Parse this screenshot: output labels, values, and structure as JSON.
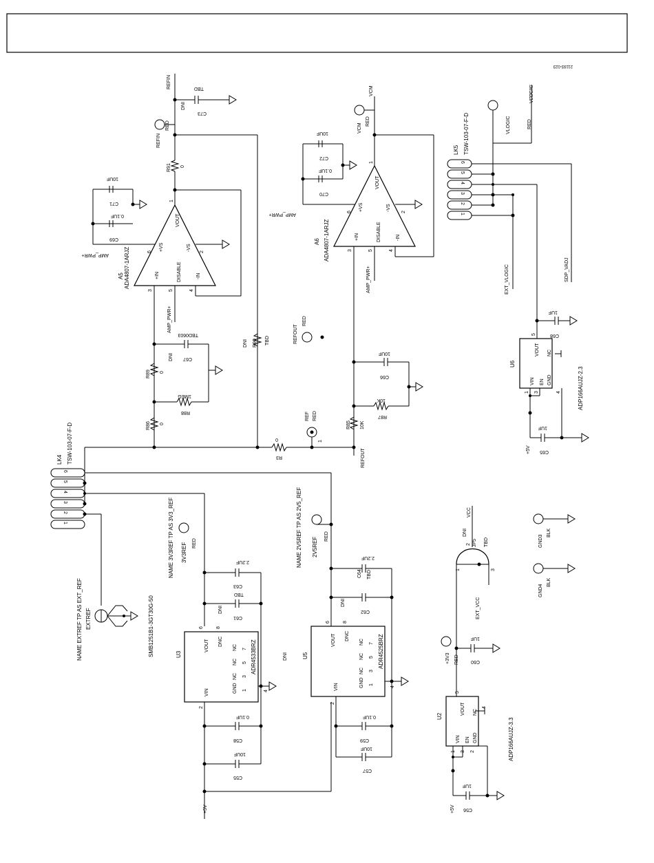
{
  "header": {
    "title": "",
    "figure_id": "21193-023"
  },
  "opamps": {
    "a5": {
      "ref": "A5",
      "part": "ADA4807-1ARJZ",
      "p_in": "+IN",
      "n_in": "-IN",
      "vout": "VOUT",
      "pvs": "+VS",
      "nvs": "-VS",
      "disable": "DISABLE",
      "pins": [
        "3",
        "4",
        "1",
        "6",
        "2",
        "5"
      ]
    },
    "a6": {
      "ref": "A6",
      "part": "ADA4807-1ARJZ",
      "p_in": "+IN",
      "n_in": "-IN",
      "vout": "VOUT",
      "pvs": "+VS",
      "nvs": "-VS",
      "disable": "DISABLE",
      "pins": [
        "3",
        "4",
        "1",
        "6",
        "2",
        "5"
      ]
    }
  },
  "nets": {
    "refin": "REFIN",
    "refin_tp": "REFIN",
    "red": "RED",
    "blk": "BLK",
    "vcm": "VCM",
    "vcm_tp": "VCM",
    "vlogic": "VLOGIC",
    "vlogic_tp": "VLOGIC",
    "amp_pwr": "AMP_PWR+",
    "refout": "REFOUT",
    "refout_tp": "REFOUT",
    "ref": "REF",
    "ext_vlogic": "EXT_VLOGIC",
    "sdp_vadj": "SDP_VADJ",
    "extref": "EXTREF",
    "extref_name": "NAME EXTREF TP AS EXT_REF",
    "v3v3ref": "3V3REF",
    "v3v3ref_name": "NAME 3V3REF TP AS 3V3_REF",
    "v2v5ref": "2V5REF",
    "v2v5ref_name": "NAME 2V5REF TP AS 2V5_REF",
    "p5v": "+5V",
    "p3v3": "+3V3",
    "vcc": "VCC",
    "ext_vcc": "EXT_VCC",
    "gnd3": "GND3",
    "gnd4": "GND4",
    "dni": "DNI"
  },
  "components": {
    "c73": {
      "ref": "C73",
      "value": "TBD"
    },
    "c71": {
      "ref": "C71",
      "value": "10UF"
    },
    "c69": {
      "ref": "C69",
      "value": "0.1UF"
    },
    "r91": {
      "ref": "R91",
      "value": "0"
    },
    "c72": {
      "ref": "C72",
      "value": "10UF"
    },
    "c70": {
      "ref": "C70",
      "value": "0.1UF"
    },
    "c67": {
      "ref": "C67",
      "value": "TBD0603"
    },
    "r89": {
      "ref": "R89",
      "value": "0"
    },
    "r88": {
      "ref": "R88",
      "value": "1MEG"
    },
    "r86": {
      "ref": "R86",
      "value": "0"
    },
    "r90": {
      "ref": "R90",
      "value": "TBD"
    },
    "r3": {
      "ref": "R3",
      "value": "0"
    },
    "r85": {
      "ref": "R85",
      "value": "10K"
    },
    "c66": {
      "ref": "C66",
      "value": "10UF"
    },
    "r87": {
      "ref": "R87",
      "value": "10K"
    },
    "c68": {
      "ref": "C68",
      "value": "1UF"
    },
    "c65": {
      "ref": "C65",
      "value": "1UF"
    },
    "c63": {
      "ref": "C63",
      "value": "2.2UF"
    },
    "c61": {
      "ref": "C61",
      "value": "TBD"
    },
    "c58": {
      "ref": "C58",
      "value": "0.1UF"
    },
    "c55": {
      "ref": "C55",
      "value": "10UF"
    },
    "c64": {
      "ref": "C64",
      "value": "2.2UF"
    },
    "c62": {
      "ref": "C62",
      "value": "TBD"
    },
    "c59": {
      "ref": "C59",
      "value": "0.1UF"
    },
    "c57": {
      "ref": "C57",
      "value": "10UF"
    },
    "c60": {
      "ref": "C60",
      "value": "1UF"
    },
    "c56": {
      "ref": "C56",
      "value": "1UF"
    },
    "jp5": {
      "ref": "JP5",
      "value": "TBD",
      "pins": [
        "1",
        "2",
        "3"
      ]
    }
  },
  "ics": {
    "u6": {
      "ref": "U6",
      "part": "ADP166AUJZ-2.3",
      "pins": {
        "vin": "VIN",
        "en": "EN",
        "gnd": "GND",
        "vout": "VOUT",
        "nc": "NC"
      },
      "nums": [
        "1",
        "3",
        "4",
        "5"
      ]
    },
    "u2": {
      "ref": "U2",
      "part": "ADP166AUJZ-3.3",
      "pins": {
        "vin": "VIN",
        "en": "EN",
        "gnd": "GND",
        "vout": "VOUT",
        "nc": "NC"
      },
      "nums": [
        "1",
        "3",
        "2",
        "5",
        "4"
      ]
    },
    "u3": {
      "ref": "U3",
      "part": "ADR4533BRZ",
      "pins": {
        "vout": "VOUT",
        "dnc": "DNC",
        "nc": "NC",
        "gnd": "GND",
        "vin": "VIN"
      },
      "nums": [
        "6",
        "8",
        "7",
        "5",
        "3",
        "1",
        "4",
        "2"
      ]
    },
    "u5": {
      "ref": "U5",
      "part": "ADR4525BRZ",
      "pins": {
        "vout": "VOUT",
        "dnc": "DNC",
        "nc": "NC",
        "gnd": "GND",
        "vin": "VIN"
      },
      "nums": [
        "6",
        "8",
        "7",
        "5",
        "3",
        "1",
        "4",
        "2"
      ]
    }
  },
  "headers": {
    "lk4": {
      "ref": "LK4",
      "part": "TSW-103-07-F-D",
      "pins": [
        "6",
        "5",
        "4",
        "3",
        "2",
        "1"
      ]
    },
    "lk5": {
      "ref": "LK5",
      "part": "TSW-103-07-F-D",
      "pins": [
        "6",
        "5",
        "4",
        "3",
        "2",
        "1"
      ]
    }
  },
  "connectors": {
    "smb": {
      "part": "SMB1251B1-3GT30G-50"
    }
  }
}
